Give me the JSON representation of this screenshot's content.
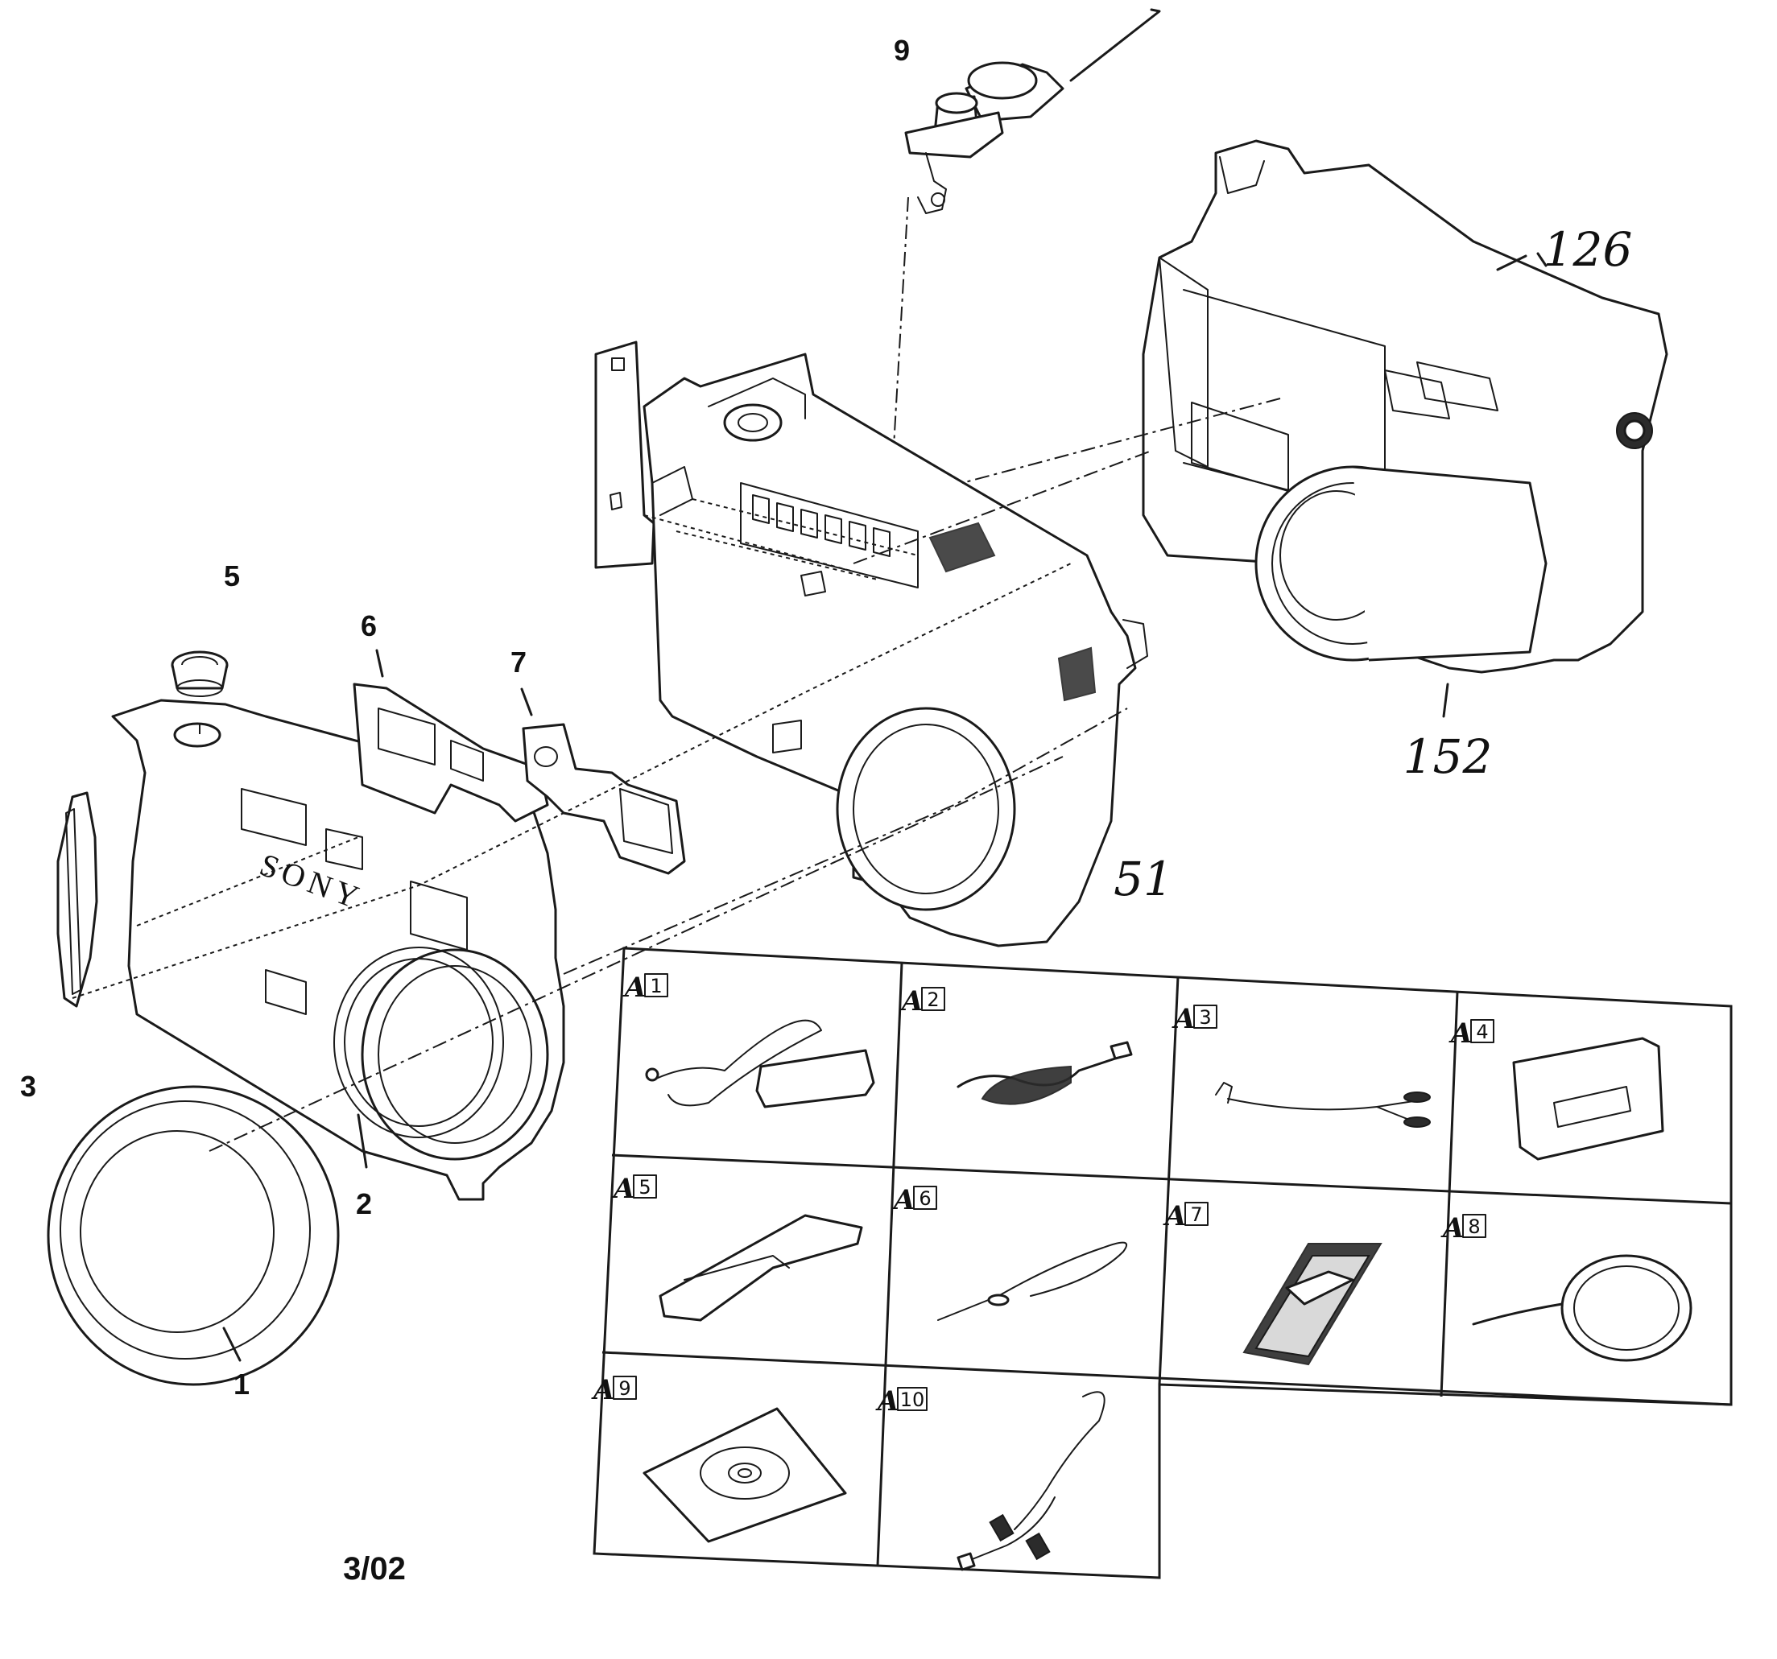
{
  "parts": {
    "p1": "1",
    "p2": "2",
    "p3": "3",
    "p5": "5",
    "p6": "6",
    "p7": "7",
    "p9": "9",
    "p51": "51",
    "p126": "126",
    "p152": "152"
  },
  "brand": "SONY",
  "date_code": "3/02",
  "accessories": {
    "prefix": "A",
    "items": [
      "1",
      "2",
      "3",
      "4",
      "5",
      "6",
      "7",
      "8",
      "9",
      "10"
    ]
  }
}
